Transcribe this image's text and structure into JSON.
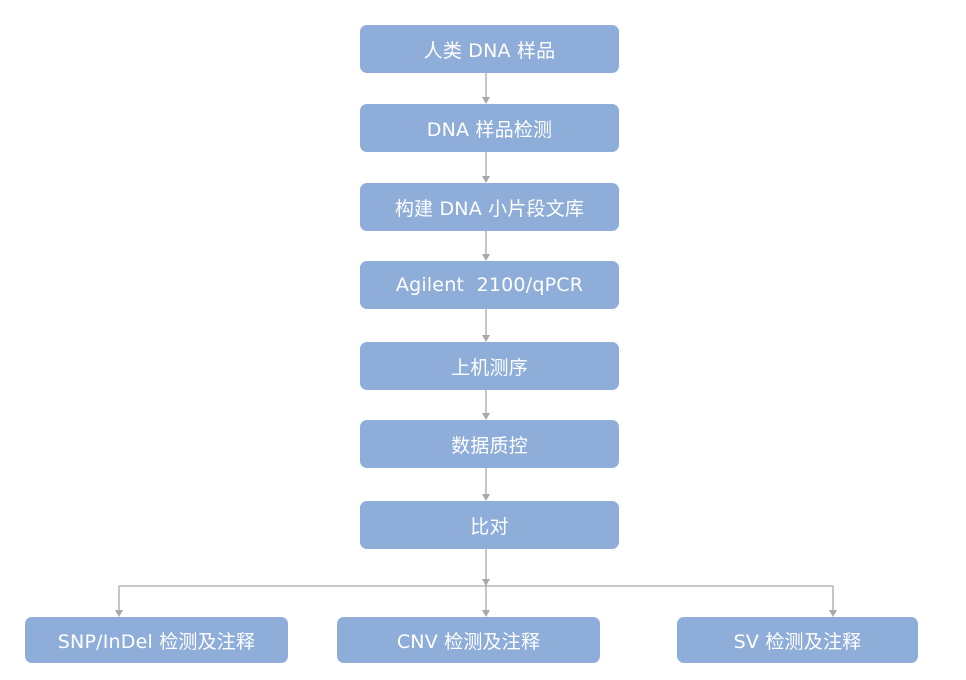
{
  "diagram": {
    "type": "flowchart",
    "steps": [
      {
        "id": "human-dna-sample",
        "label": "人类 DNA 样品"
      },
      {
        "id": "dna-sample-qc",
        "label": "DNA 样品检测"
      },
      {
        "id": "library-build",
        "label": "构建 DNA 小片段文库"
      },
      {
        "id": "agilent-qpcr",
        "label": "Agilent  2100/qPCR"
      },
      {
        "id": "sequencing",
        "label": "上机测序"
      },
      {
        "id": "data-qc",
        "label": "数据质控"
      },
      {
        "id": "alignment",
        "label": "比对"
      }
    ],
    "branches": [
      {
        "id": "snp-indel",
        "label": "SNP/InDel 检测及注释"
      },
      {
        "id": "cnv",
        "label": "CNV 检测及注释"
      },
      {
        "id": "sv",
        "label": "SV 检测及注释"
      }
    ],
    "colors": {
      "node_fill": "#8eadd9",
      "node_text": "#ffffff",
      "connector": "#a8a8a8"
    }
  }
}
